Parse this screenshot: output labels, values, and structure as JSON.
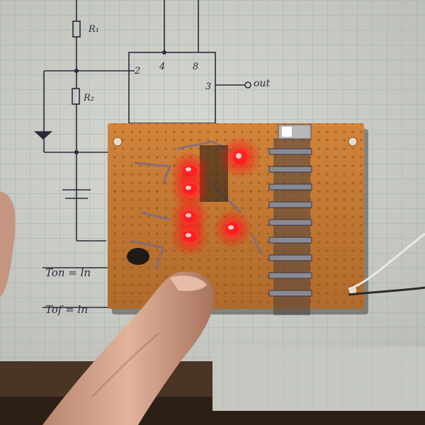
{
  "colors": {
    "paper": "#cfd3cc",
    "grid": "#a9b0b3",
    "ink": "#2a2a3a",
    "board": "#c8792f",
    "led_on": "#ff2a2a",
    "table": "#3b2a1d",
    "skin": "#d7a58a"
  },
  "notes": {
    "r1": "R₁",
    "r2": "R₂",
    "pin2": "2",
    "pin4": "4",
    "pin8": "8",
    "pin3": "3",
    "out": "out",
    "ton": "Ton = ln",
    "tof": "Tof = ln"
  },
  "leds": {
    "lit_count": 6,
    "color": "red"
  },
  "icons": [
    "finger-icon",
    "slide-switch-icon",
    "wire-icon"
  ]
}
